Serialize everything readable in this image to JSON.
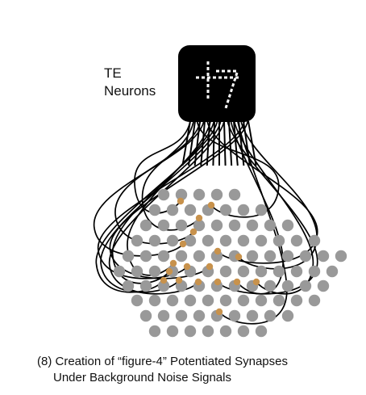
{
  "te_label": {
    "line1": "TE",
    "line2": "Neurons"
  },
  "caption": {
    "line1": "(8) Creation of “figure-4” Potentiated Synapses",
    "line2": "Under Background Noise Signals"
  },
  "colors": {
    "node_fill": "#999999",
    "synapse_fill": "#c8924c",
    "neuron_box": "#000000",
    "connection_stroke": "#000000",
    "digit_pattern": "#ffffff"
  },
  "icons": {
    "te_neuron_box": "figure-4-pattern-icon"
  }
}
